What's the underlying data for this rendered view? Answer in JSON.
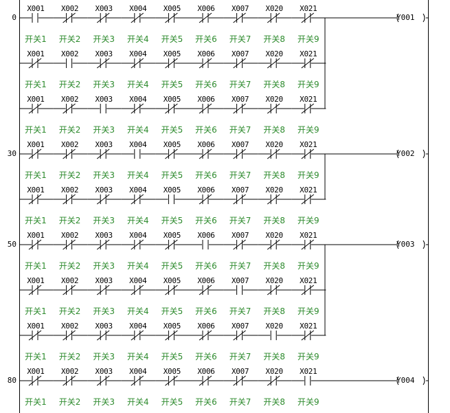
{
  "colors": {
    "background": "#ffffff",
    "line": "#000000",
    "comment": "#2e8b2e"
  },
  "contacts": [
    {
      "device": "X001",
      "comment": "开关1"
    },
    {
      "device": "X002",
      "comment": "开关2"
    },
    {
      "device": "X003",
      "comment": "开关3"
    },
    {
      "device": "X004",
      "comment": "开关4"
    },
    {
      "device": "X005",
      "comment": "开关5"
    },
    {
      "device": "X006",
      "comment": "开关6"
    },
    {
      "device": "X007",
      "comment": "开关7"
    },
    {
      "device": "X020",
      "comment": "开关8"
    },
    {
      "device": "X021",
      "comment": "开关9"
    }
  ],
  "rungs": [
    {
      "step": "0",
      "coil": "Y001",
      "rows": [
        0,
        1,
        2
      ]
    },
    {
      "step": "30",
      "coil": "Y002",
      "rows": [
        3,
        4
      ]
    },
    {
      "step": "50",
      "coil": "Y003",
      "rows": [
        5,
        6,
        7
      ]
    },
    {
      "step": "80",
      "coil": "Y004",
      "rows": [
        8
      ]
    }
  ],
  "rows": [
    {
      "open_contact": 0,
      "step": "0",
      "coil": "Y001"
    },
    {
      "open_contact": 1
    },
    {
      "open_contact": 2
    },
    {
      "open_contact": 3,
      "step": "30",
      "coil": "Y002"
    },
    {
      "open_contact": 4
    },
    {
      "open_contact": 5,
      "step": "50",
      "coil": "Y003"
    },
    {
      "open_contact": 6
    },
    {
      "open_contact": 7
    },
    {
      "open_contact": 8,
      "step": "80",
      "coil": "Y004"
    }
  ]
}
